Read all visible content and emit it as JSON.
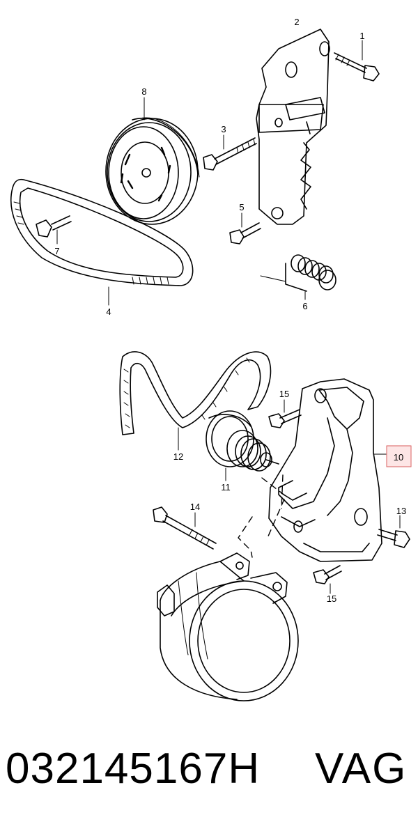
{
  "callouts": {
    "c1": "1",
    "c2": "2",
    "c3": "3",
    "c4": "4",
    "c5": "5",
    "c6": "6",
    "c7": "7",
    "c8": "8",
    "c10": "10",
    "c11": "11",
    "c12": "12",
    "c13": "13",
    "c14": "14",
    "c15a": "15",
    "c15b": "15"
  },
  "footer": {
    "part_number": "032145167H",
    "maker": "VAG"
  },
  "colors": {
    "line": "#000000",
    "highlight_border": "#e07a7a",
    "highlight_fill": "#fde6e6"
  }
}
